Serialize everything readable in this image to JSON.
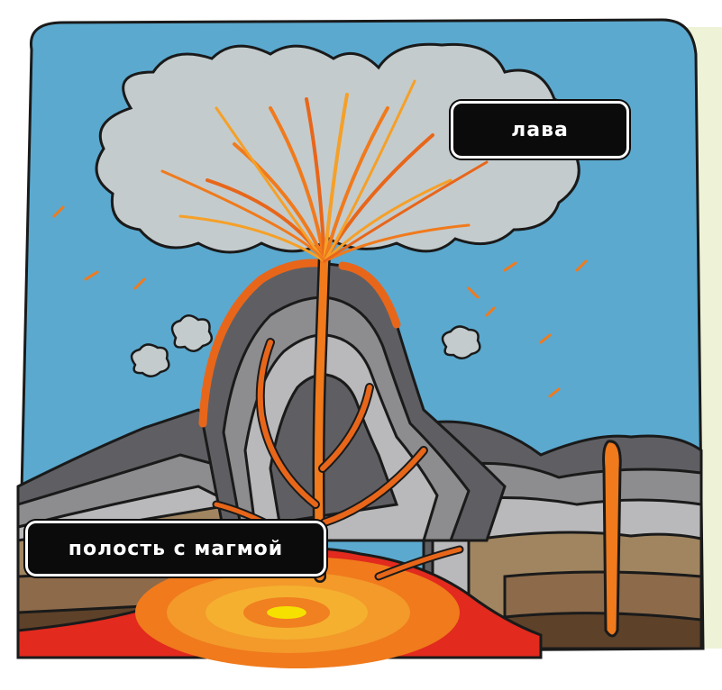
{
  "labels": {
    "lava": "лава",
    "magma_chamber": "полость с магмой"
  },
  "colors": {
    "sky": "#5ba9cf",
    "cloud": "#c4cbcc",
    "rock_dark": "#5f5f63",
    "rock_mid": "#8d8d90",
    "rock_light": "#b9b9bb",
    "soil": "#8c6a4a",
    "soil_dark": "#5d4129",
    "magma_red": "#e22a1e",
    "magma_orange": "#f07a1c",
    "magma_yellow": "#f5c400",
    "background_corner": "#eef3d8"
  },
  "icons": [
    "volcano-illustration"
  ]
}
